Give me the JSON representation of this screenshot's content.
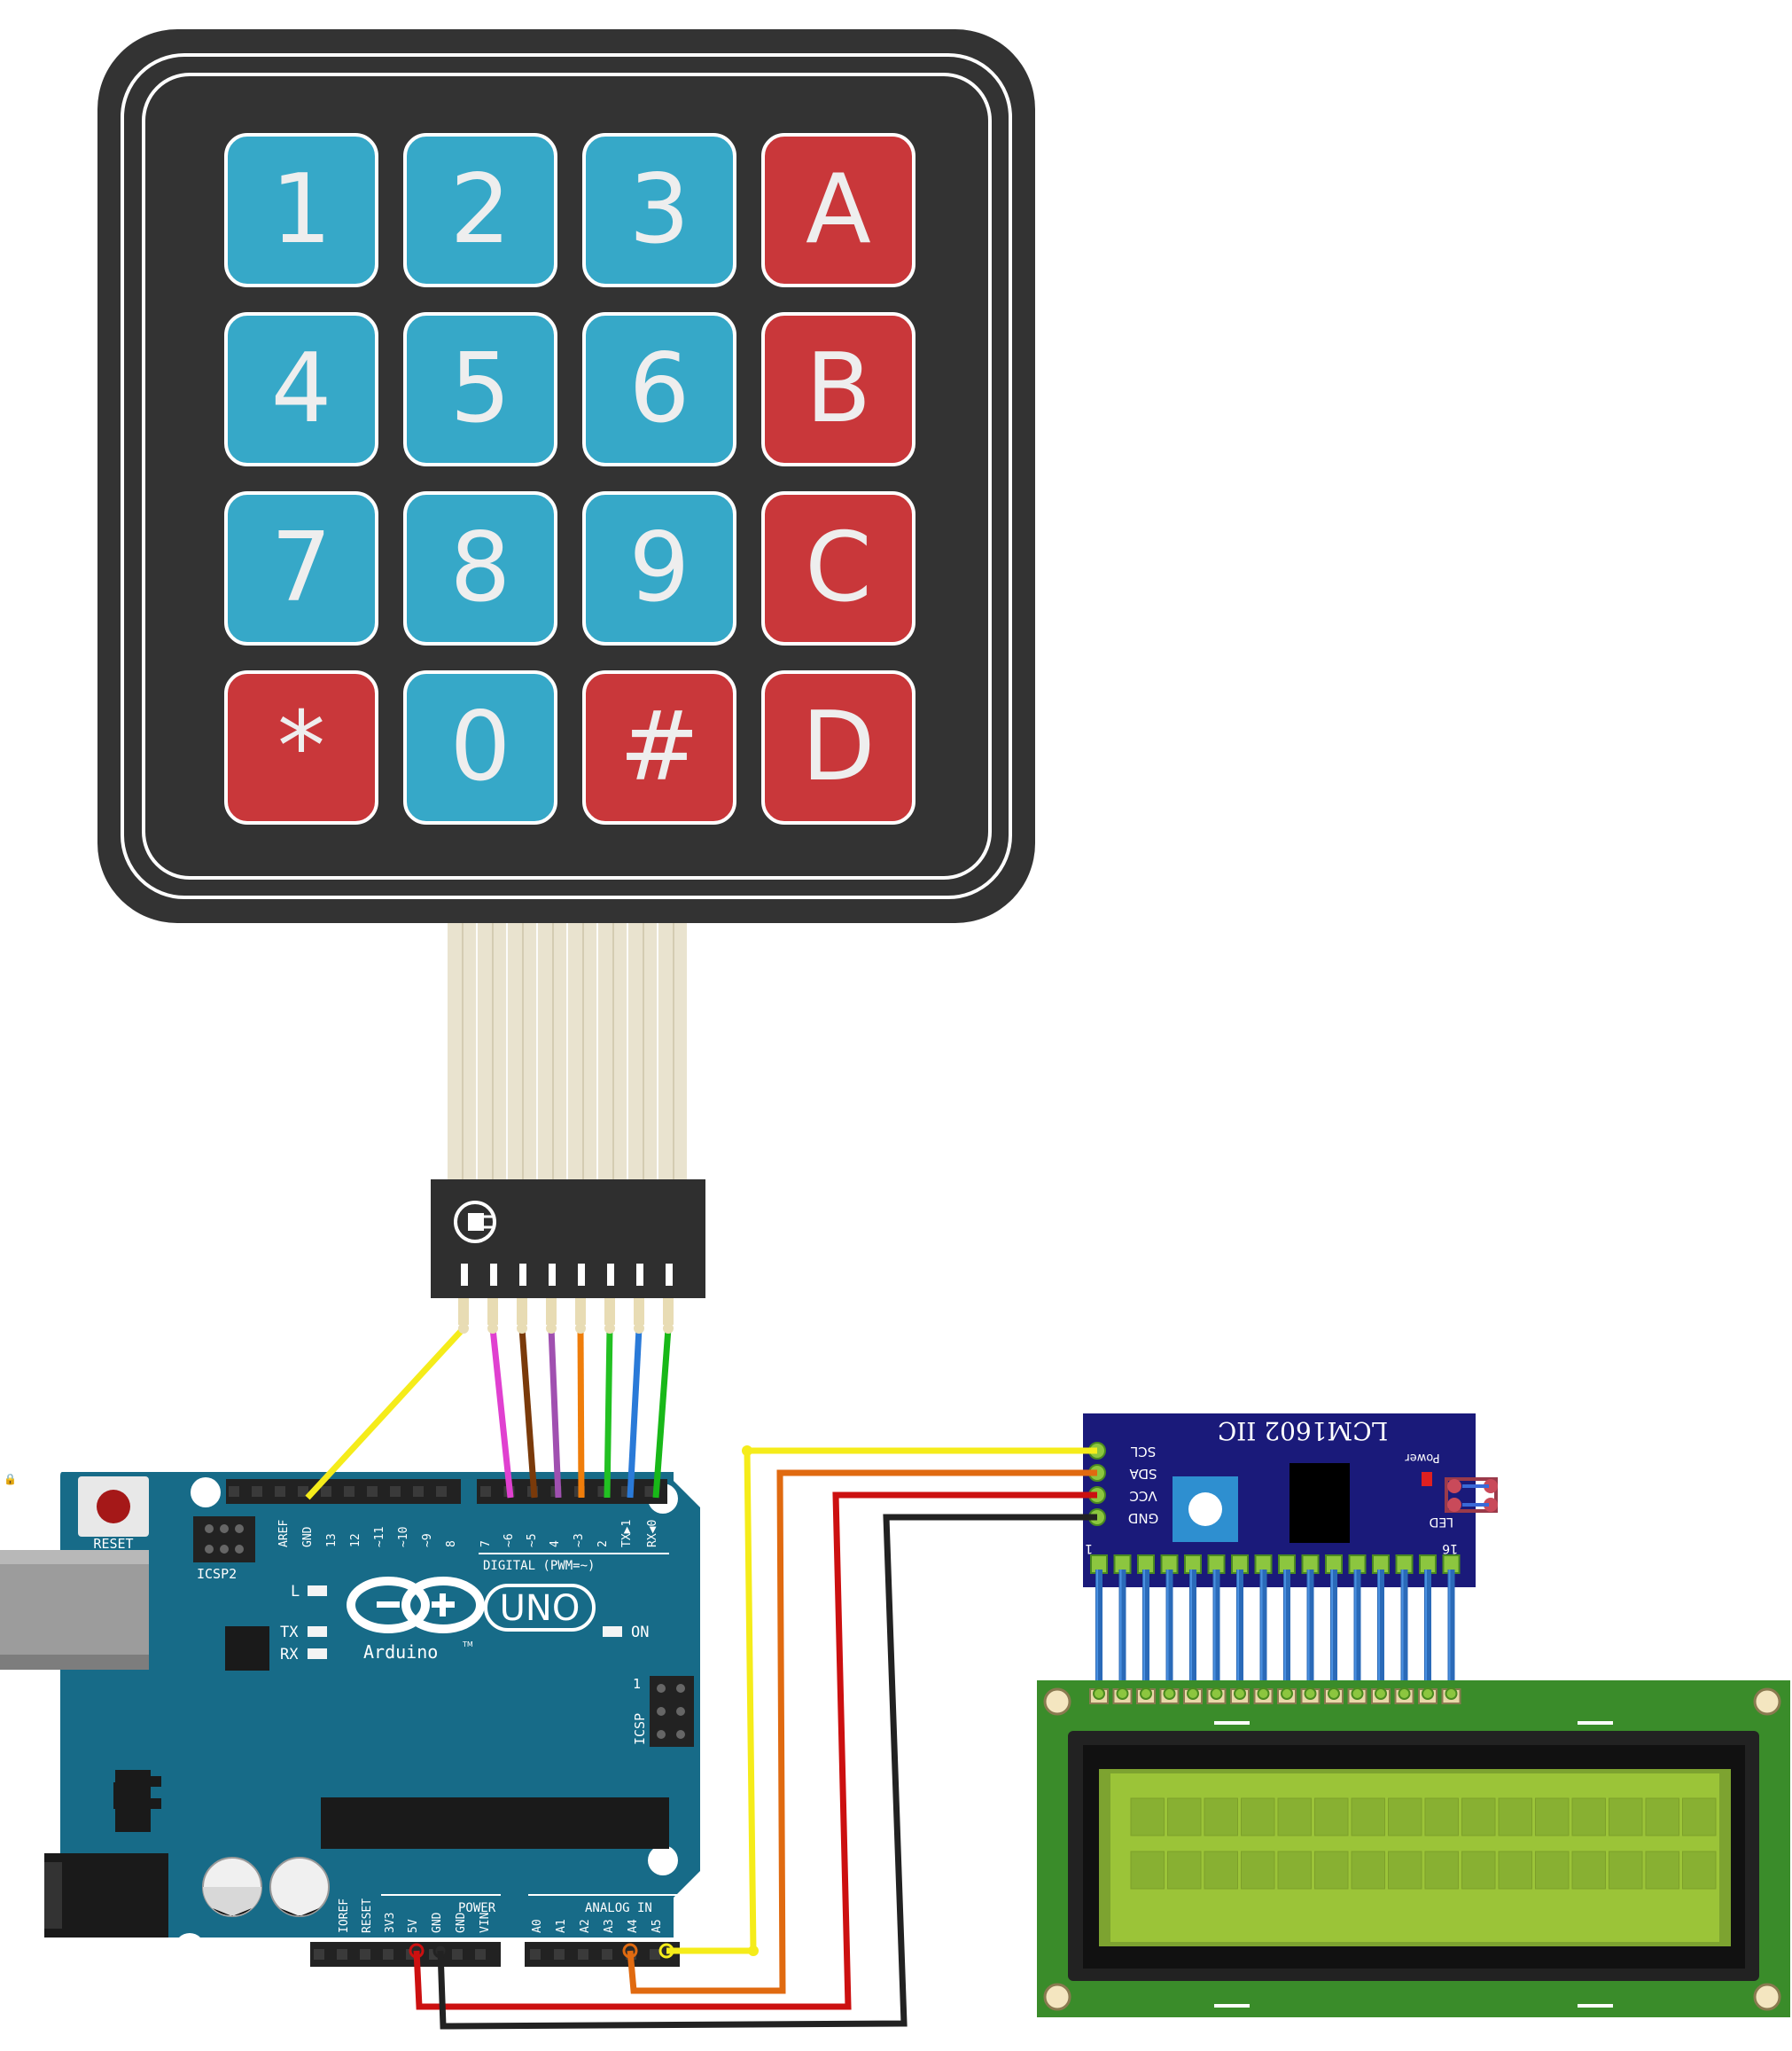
{
  "keypad": {
    "rows": [
      [
        {
          "label": "1",
          "color": "blue"
        },
        {
          "label": "2",
          "color": "blue"
        },
        {
          "label": "3",
          "color": "blue"
        },
        {
          "label": "A",
          "color": "red"
        }
      ],
      [
        {
          "label": "4",
          "color": "blue"
        },
        {
          "label": "5",
          "color": "blue"
        },
        {
          "label": "6",
          "color": "blue"
        },
        {
          "label": "B",
          "color": "red"
        }
      ],
      [
        {
          "label": "7",
          "color": "blue"
        },
        {
          "label": "8",
          "color": "blue"
        },
        {
          "label": "9",
          "color": "blue"
        },
        {
          "label": "C",
          "color": "red"
        }
      ],
      [
        {
          "label": "*",
          "color": "red"
        },
        {
          "label": "0",
          "color": "blue"
        },
        {
          "label": "#",
          "color": "red"
        },
        {
          "label": "D",
          "color": "red"
        }
      ]
    ]
  },
  "arduino": {
    "reset_label": "RESET",
    "icsp2_label": "ICSP2",
    "icsp_label": "ICSP",
    "icsp_pin1": "1",
    "l_label": "L",
    "tx_label": "TX",
    "rx_label": "RX",
    "on_label": "ON",
    "uno_label": "UNO",
    "brand_label": "Arduino",
    "tm": "TM",
    "digital_label": "DIGITAL (PWM=~)",
    "digital_pins": [
      "AREF",
      "GND",
      "13",
      "12",
      "~11",
      "~10",
      "~9",
      "8",
      "7",
      "~6",
      "~5",
      "4",
      "~3",
      "2",
      "TX▶1",
      "RX◀0"
    ],
    "power_label": "POWER",
    "power_pins": [
      "IOREF",
      "RESET",
      "3V3",
      "5V",
      "GND",
      "GND",
      "VIN"
    ],
    "analog_label": "ANALOG IN",
    "analog_pins": [
      "A0",
      "A1",
      "A2",
      "A3",
      "A4",
      "A5"
    ]
  },
  "i2c": {
    "title": "LCM1602 IIC",
    "power_label": "Power",
    "pins": [
      "SCL",
      "SDA",
      "VCC",
      "GND"
    ],
    "led_label": "LED",
    "pin_first": "1",
    "pin_last": "16"
  },
  "wire_colors": {
    "yellow": "#f5ec1a",
    "orange": "#e06a10",
    "red": "#cc1010",
    "black": "#222222",
    "magenta": "#e040d0",
    "brown": "#7a3a0a",
    "purple": "#a050b0",
    "orange2": "#ef7d0a",
    "green": "#22c022",
    "blue": "#2a7ad8",
    "green2": "#18b818"
  },
  "colors": {
    "key_blue": "#36a8c8",
    "key_red": "#c9373a",
    "keypad_body": "#333333",
    "board": "#176b88",
    "i2c_board": "#1a1a7a",
    "lcd_pcb": "#3a8c2a",
    "lcd_screen": "#7da330"
  }
}
